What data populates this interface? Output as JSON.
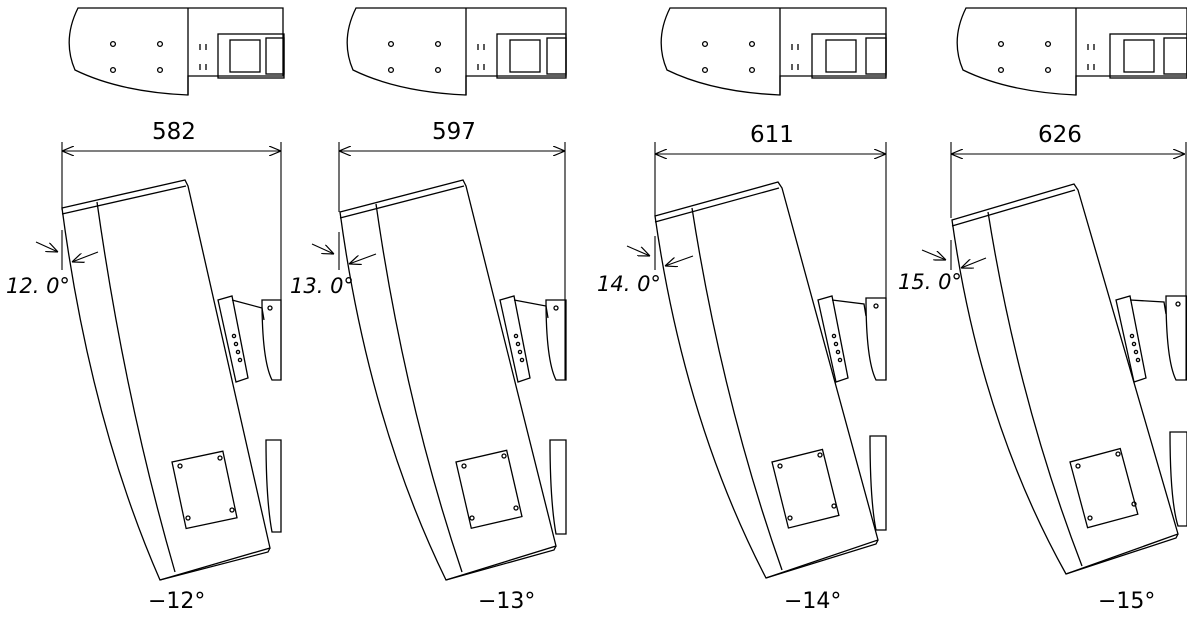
{
  "diagram": {
    "panels": [
      {
        "width_label": "582",
        "angle_label": "12. 0°",
        "tilt_label": "−12°",
        "tilt_deg": 12
      },
      {
        "width_label": "597",
        "angle_label": "13. 0°",
        "tilt_label": "−13°",
        "tilt_deg": 13
      },
      {
        "width_label": "611",
        "angle_label": "14. 0°",
        "tilt_label": "−14°",
        "tilt_deg": 14
      },
      {
        "width_label": "626",
        "angle_label": "15. 0°",
        "tilt_label": "−15°",
        "tilt_deg": 15
      }
    ]
  }
}
